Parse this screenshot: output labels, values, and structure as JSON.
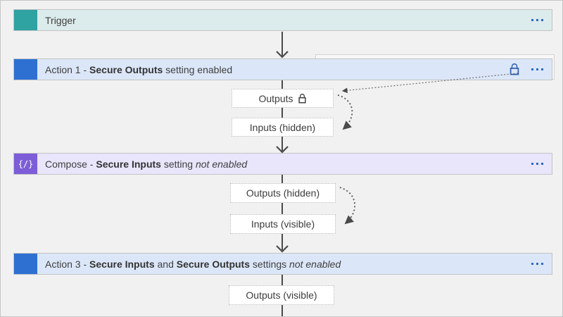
{
  "colors": {
    "canvas_bg": "#f1f1f2",
    "trigger_accent": "#2fa2a2",
    "trigger_bar_bg": "#dcebec",
    "action_accent": "#2e70d2",
    "action_bar_bg": "#dbe7f8",
    "compose_accent": "#7d5ed8",
    "compose_bar_bg": "#e9e5fb",
    "ellipsis_dots": "#2f6bc2",
    "lock_icon_blue": "#2d5ead",
    "connector": "#4a4a4a"
  },
  "nodes": {
    "trigger": {
      "label": "Trigger"
    },
    "action1": {
      "segments": [
        {
          "text": "Action 1 - ",
          "style": "normal"
        },
        {
          "text": "Secure Outputs",
          "style": "bold"
        },
        {
          "text": " setting enabled",
          "style": "normal"
        }
      ]
    },
    "compose": {
      "segments": [
        {
          "text": "Compose - ",
          "style": "normal"
        },
        {
          "text": "Secure Inputs",
          "style": "bold"
        },
        {
          "text": " setting ",
          "style": "normal"
        },
        {
          "text": "not enabled",
          "style": "italic"
        }
      ]
    },
    "action3": {
      "segments": [
        {
          "text": "Action 3 - ",
          "style": "normal"
        },
        {
          "text": "Secure Inputs",
          "style": "bold"
        },
        {
          "text": " and ",
          "style": "normal"
        },
        {
          "text": "Secure Outputs",
          "style": "bold"
        },
        {
          "text": " settings ",
          "style": "normal"
        },
        {
          "text": "not enabled",
          "style": "italic"
        }
      ]
    }
  },
  "data_boxes": {
    "action1_outputs": {
      "label": "Outputs",
      "locked": true
    },
    "action1_inputs": {
      "label": "Inputs (hidden)"
    },
    "compose_outputs": {
      "label": "Outputs (hidden)"
    },
    "compose_inputs": {
      "label": "Inputs (visible)"
    },
    "action3_outputs": {
      "label": "Outputs (visible)"
    }
  },
  "icons": {
    "compose_glyph": "{/}"
  }
}
